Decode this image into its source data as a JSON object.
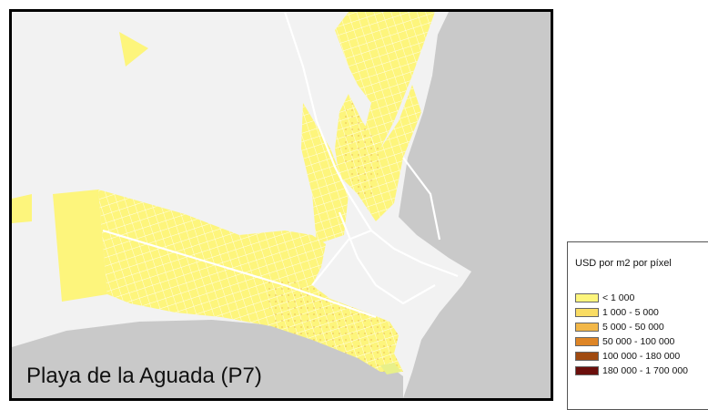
{
  "map": {
    "title": "Playa de la Aguada (P7)"
  },
  "legend": {
    "title": "USD por m2 por píxel",
    "classes": [
      {
        "label": "< 1 000",
        "color": "#fdf57c"
      },
      {
        "label": "1 000 - 5 000",
        "color": "#f9dc63"
      },
      {
        "label": "5 000 - 50 000",
        "color": "#f2b748"
      },
      {
        "label": "50 000 - 100 000",
        "color": "#de8526"
      },
      {
        "label": "100 000 - 180 000",
        "color": "#a04a10"
      },
      {
        "label": "180 000 - 1 700 000",
        "color": "#6b0f0c"
      }
    ]
  },
  "colors": {
    "land": "#f2f2f2",
    "water": "#c9c9c9",
    "parcels": "#fdf57c",
    "streets": "#ffffff"
  }
}
